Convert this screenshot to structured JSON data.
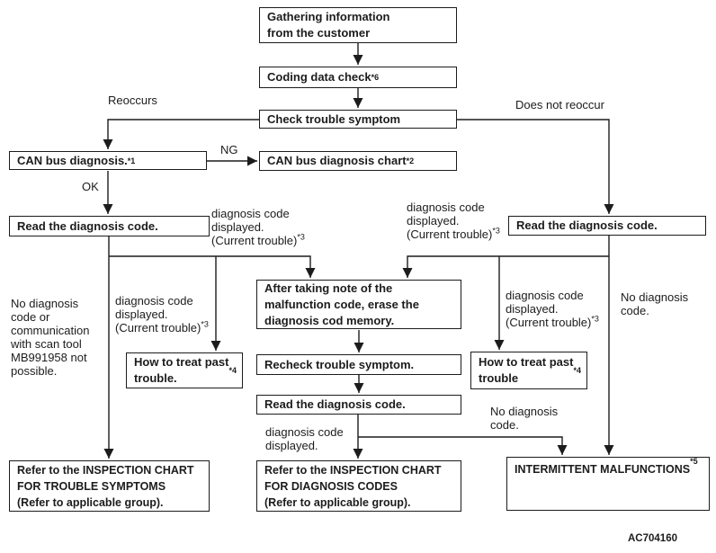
{
  "figure": {
    "code": "AC704160"
  },
  "colors": {
    "ink": "#1c1c1c",
    "background": "#ffffff"
  },
  "nodes": {
    "gathering": "Gathering information\nfrom the customer",
    "coding_check": "Coding data check*6",
    "check_symptom": "Check trouble symptom",
    "can_diagnosis": "CAN bus diagnosis.*1",
    "can_chart": "CAN bus diagnosis chart *2",
    "read_code_left": "Read the diagnosis code.",
    "read_code_right": "Read the diagnosis code.",
    "erase_memory": "After taking note of the\nmalfunction code, erase the\ndiagnosis cod memory.",
    "recheck_symptom": "Recheck trouble symptom.",
    "read_code_mid": "Read the diagnosis code.",
    "treat_past_left": "How to treat past\ntrouble.*4",
    "treat_past_right": "How to treat past\ntrouble*4",
    "refer_trouble_symptoms": "Refer to the INSPECTION CHART\nFOR TROUBLE SYMPTOMS\n(Refer to applicable group).",
    "refer_diagnosis_codes": "Refer to the INSPECTION CHART\nFOR DIAGNOSIS CODES\n(Refer to applicable group).",
    "intermittent": "INTERMITTENT MALFUNCTIONS*5"
  },
  "labels": {
    "reoccurs": "Reoccurs",
    "does_not_reoccur": "Does not reoccur",
    "ng": "NG",
    "ok": "OK",
    "diag_displayed_upper_left": "diagnosis code\ndisplayed.\n(Current trouble)*3",
    "diag_displayed_upper_right": "diagnosis code\ndisplayed.\n(Current trouble)*3",
    "no_diag_or_comm": "No diagnosis\ncode or\ncommunication\nwith scan tool\nMB991958 not\npossible.",
    "diag_displayed_lower_left": "diagnosis  code\ndisplayed.\n(Current trouble)*3",
    "diag_displayed_lower_right": "diagnosis code\ndisplayed.\n(Current trouble)*3",
    "no_diag_right": "No diagnosis\ncode.",
    "diag_displayed_bottom": "diagnosis  code\ndisplayed.",
    "no_diag_bottom": "No diagnosis\ncode."
  }
}
